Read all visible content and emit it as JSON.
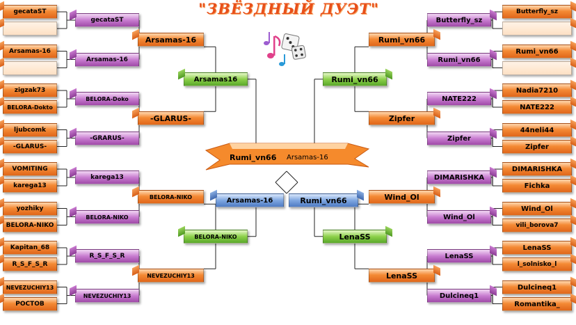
{
  "title": "\"ЗВЁЗДНЫЙ ДУЭТ\"",
  "icon": "music-dice-icon",
  "left": {
    "round1": [
      "gecataST",
      "",
      "Arsamas-16",
      "",
      "zigzak73",
      "BELORA-Dokto",
      "ljubcomk",
      "-GLARUS-",
      "VOMITING",
      "karega13",
      "yozhiky",
      "BELORA-NIKO",
      "Kapitan_68",
      "R_S_F_S_R",
      "NEVEZUCHIY13",
      "РОСТОВ"
    ],
    "round2": [
      "gecataST",
      "Arsamas-16",
      "BELORA-Doko",
      "-GRARUS-",
      "karega13",
      "BELORA-NIKO",
      "R_S_F_S_R",
      "NEVEZUCHIY13"
    ],
    "round3": [
      "Arsamas-16",
      "-GLARUS-",
      "BELORA-NIKO",
      "NEVEZUCHIY13"
    ],
    "round4": [
      "Arsamas16",
      "BELORA-NIKO"
    ]
  },
  "right": {
    "round1": [
      "Butterfly_sz",
      "",
      "Rumi_vn66",
      "",
      "Nadia7210",
      "NATE222",
      "44neli44",
      "Zipfer",
      "DIMARISHKA",
      "Fichka",
      "Wind_Ol",
      "vili_borova7",
      "LenaSS",
      "l_solnisko_l",
      "Dulcineq1",
      "Romantika_"
    ],
    "round2": [
      "Butterfly_sz",
      "Rumi_vn66",
      "NATE222",
      "Zipfer",
      "DIMARISHKA",
      "Wind_Ol",
      "LenaSS",
      "Dulcineq1"
    ],
    "round3": [
      "Rumi_vn66",
      "Zipfer",
      "Wind_Ol",
      "LenaSS"
    ],
    "round4": [
      "Rumi_vn66",
      "LenaSS"
    ]
  },
  "semifinal": {
    "left": "Arsamas-16",
    "right": "Rumi_vn66"
  },
  "final": {
    "left": "Rumi_vn66",
    "right": "Arsamas-16"
  },
  "colors": {
    "round1": "#f07a2a",
    "round2": "#b25ab8",
    "round3": "#ec7c2a",
    "round4": "#6cbc36",
    "semifinal": "#5c86cc",
    "final": "#f07a2a",
    "title": "#e8501a"
  }
}
